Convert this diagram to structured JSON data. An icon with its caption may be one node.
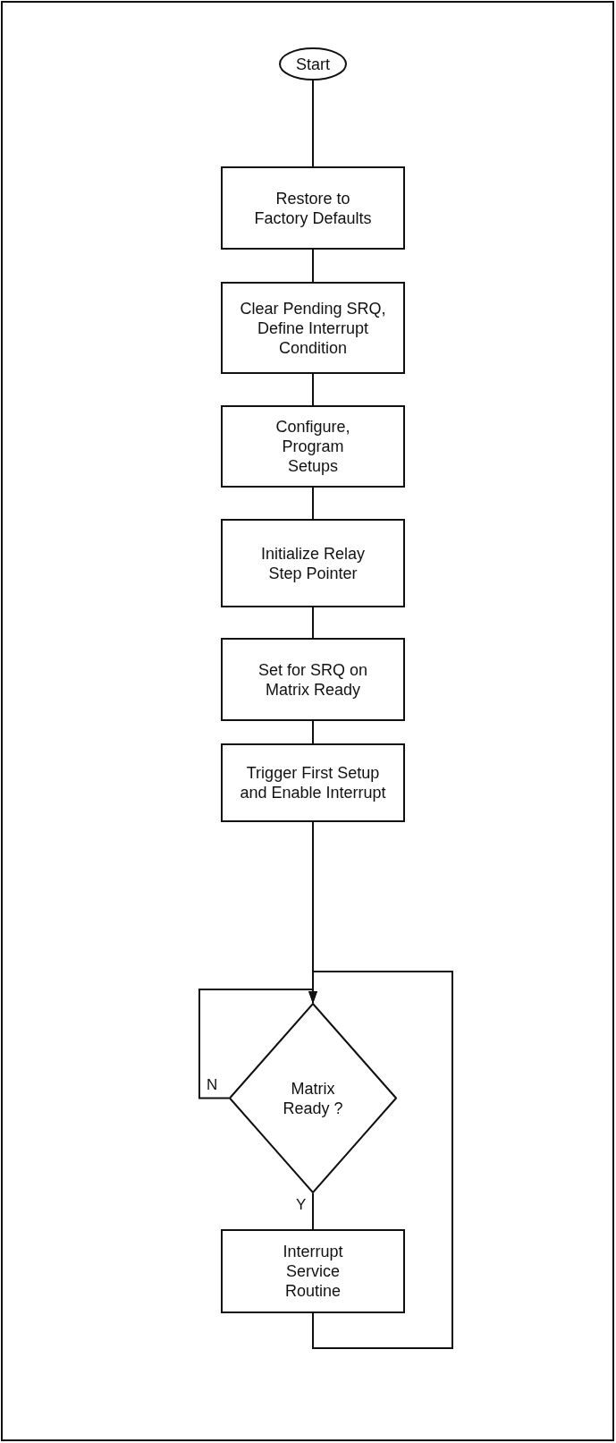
{
  "diagram": {
    "nodes": [
      {
        "text": [
          "Start"
        ]
      },
      {
        "text": [
          "Restore to Factory Defaults"
        ]
      },
      {
        "text": [
          "Clear Pending SRQ, Define Interrupt Condition"
        ]
      },
      {
        "text": [
          "Configure, Program Setups"
        ]
      },
      {
        "text": [
          "Initialize Relay Step Pointer"
        ]
      },
      {
        "text": [
          "Set for SRQ on Matrix Ready"
        ]
      },
      {
        "text": [
          "Trigger First Setup and Enable Interrupt"
        ]
      },
      {
        "text": [
          "Matrix Ready ?"
        ]
      },
      {
        "text": [
          "Interrupt Service Routine"
        ]
      }
    ],
    "edges": [
      {
        "from": 0,
        "to": 1,
        "arrow": "none"
      },
      {
        "from": 1,
        "to": 2,
        "arrow": "none"
      },
      {
        "from": 2,
        "to": 3,
        "arrow": "none"
      },
      {
        "from": 3,
        "to": 4,
        "arrow": "none"
      },
      {
        "from": 4,
        "to": 5,
        "arrow": "none"
      },
      {
        "from": 5,
        "to": 6,
        "arrow": "none"
      },
      {
        "from": 6,
        "to": 7,
        "arrow": "none"
      },
      {
        "from": 7,
        "to": 7,
        "arrow": "to",
        "label": "N"
      },
      {
        "from": 7,
        "to": 8,
        "arrow": "none",
        "label": "Y"
      },
      {
        "from": 8,
        "to": 7,
        "arrow": "to"
      }
    ]
  }
}
